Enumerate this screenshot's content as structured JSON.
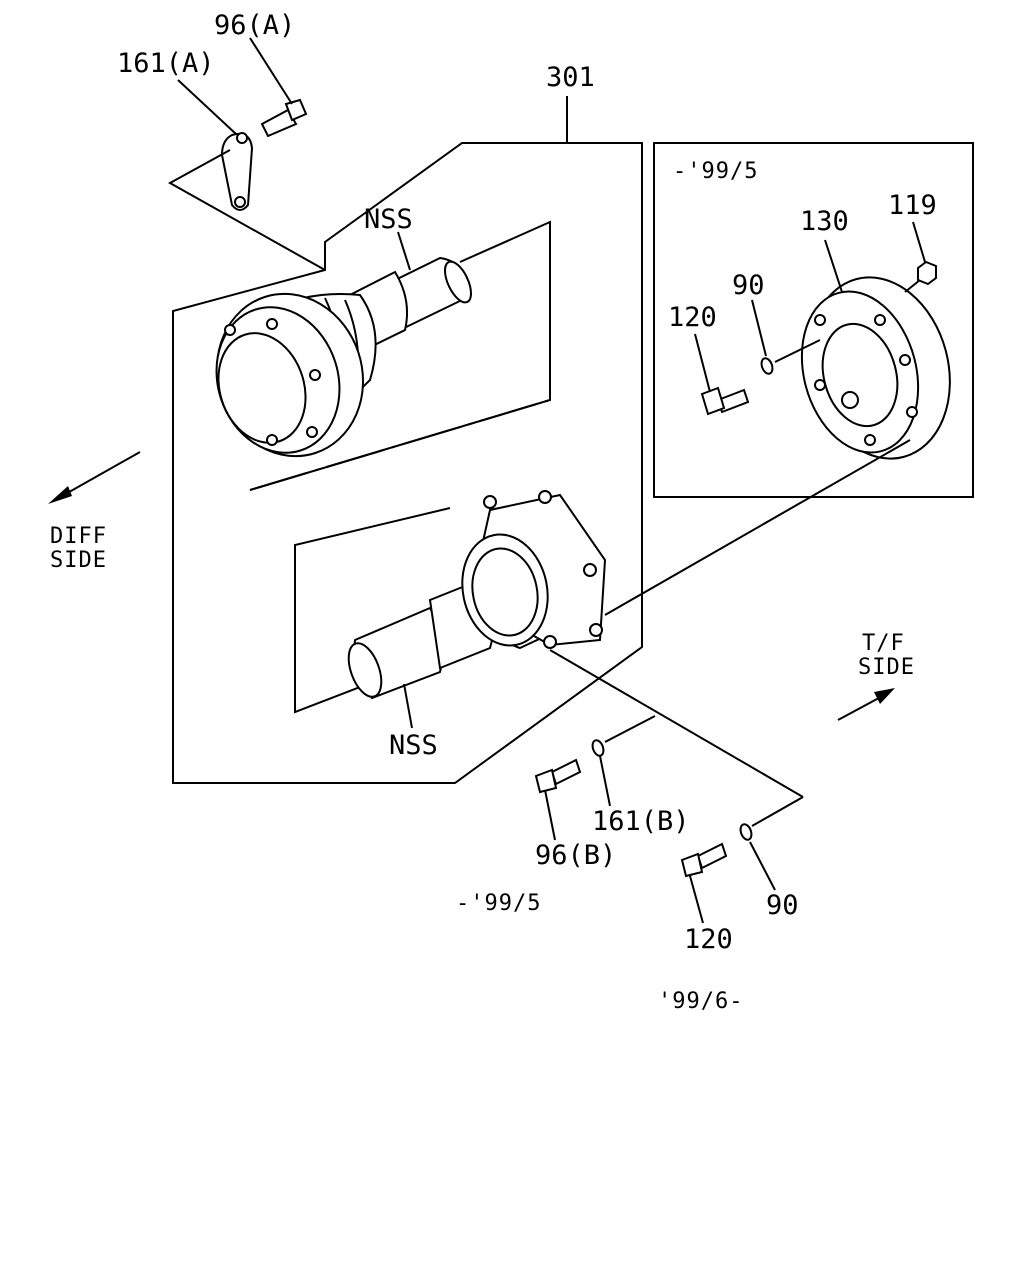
{
  "labels": {
    "bolt_a": "96(A)",
    "plate_a": "161(A)",
    "assembly": "301",
    "nss_top": "NSS",
    "nss_bottom": "NSS",
    "diff_side_1": "DIFF",
    "diff_side_2": "SIDE",
    "tf_side_1": "T/F",
    "tf_side_2": "SIDE",
    "inset_date": "-'99/5",
    "flange": "130",
    "nut": "119",
    "washer_inset": "90",
    "bolt_inset": "120",
    "plate_b": "161(B)",
    "bolt_b": "96(B)",
    "date_b": "-'99/5",
    "bolt_120": "120",
    "washer_90": "90",
    "date_c": "'99/6-"
  }
}
